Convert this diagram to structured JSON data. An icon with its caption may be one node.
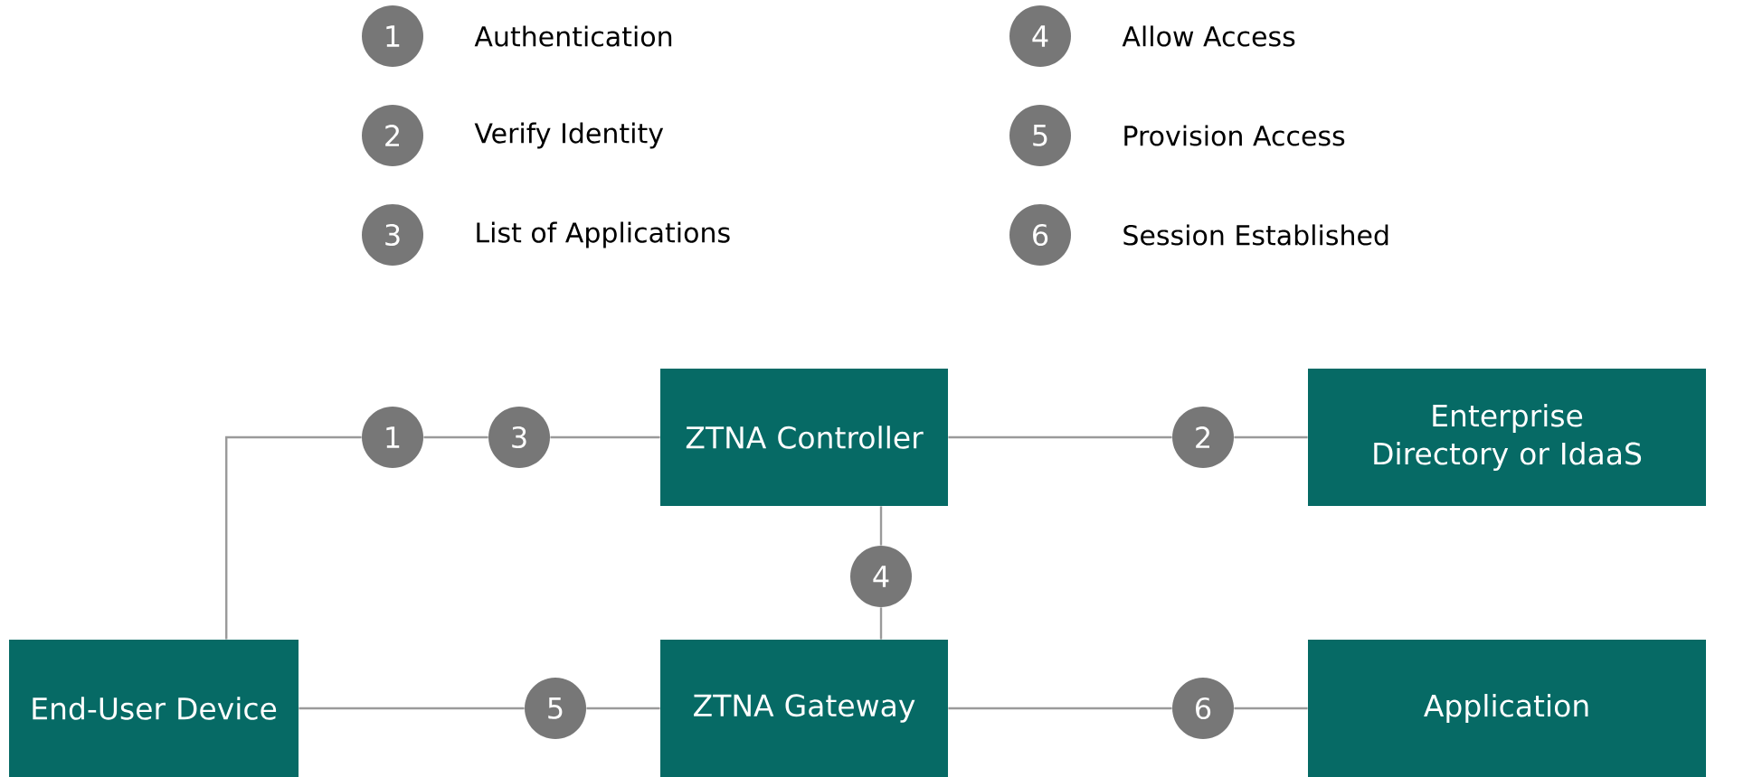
{
  "diagram": {
    "nodes": [
      {
        "text": [
          "1"
        ],
        "beside": [
          "Authentication"
        ]
      },
      {
        "text": [
          "4"
        ],
        "beside": [
          "Allow Access"
        ]
      },
      {
        "text": [
          "2"
        ],
        "beside": [
          "Verify Identity"
        ]
      },
      {
        "text": [
          "5"
        ],
        "beside": [
          "Provision Access"
        ]
      },
      {
        "text": [
          "3"
        ],
        "beside": [
          "List of Applications"
        ]
      },
      {
        "text": [
          "6"
        ],
        "beside": [
          "Session Established"
        ]
      },
      {
        "text": [
          "1"
        ]
      },
      {
        "text": [
          "3"
        ]
      },
      {
        "text": [
          "ZTNA Controller"
        ]
      },
      {
        "text": [
          "2"
        ]
      },
      {
        "text": [
          "Enterprise Directory or IdaaS"
        ]
      },
      {
        "text": [
          "4"
        ]
      },
      {
        "text": [
          "End-User Device"
        ]
      },
      {
        "text": [
          "5"
        ]
      },
      {
        "text": [
          "ZTNA Gateway"
        ]
      },
      {
        "text": [
          "6"
        ]
      },
      {
        "text": [
          "Application"
        ]
      }
    ],
    "edges": [
      {
        "from": 12,
        "to": 6,
        "arrow": "none"
      },
      {
        "from": 6,
        "to": 7,
        "arrow": "none"
      },
      {
        "from": 7,
        "to": 8,
        "arrow": "none"
      },
      {
        "from": 8,
        "to": 9,
        "arrow": "none"
      },
      {
        "from": 9,
        "to": 10,
        "arrow": "none"
      },
      {
        "from": 8,
        "to": 11,
        "arrow": "none"
      },
      {
        "from": 11,
        "to": 14,
        "arrow": "none"
      },
      {
        "from": 12,
        "to": 13,
        "arrow": "none"
      },
      {
        "from": 13,
        "to": 14,
        "arrow": "none"
      },
      {
        "from": 14,
        "to": 15,
        "arrow": "none"
      },
      {
        "from": 15,
        "to": 16,
        "arrow": "none"
      }
    ]
  }
}
